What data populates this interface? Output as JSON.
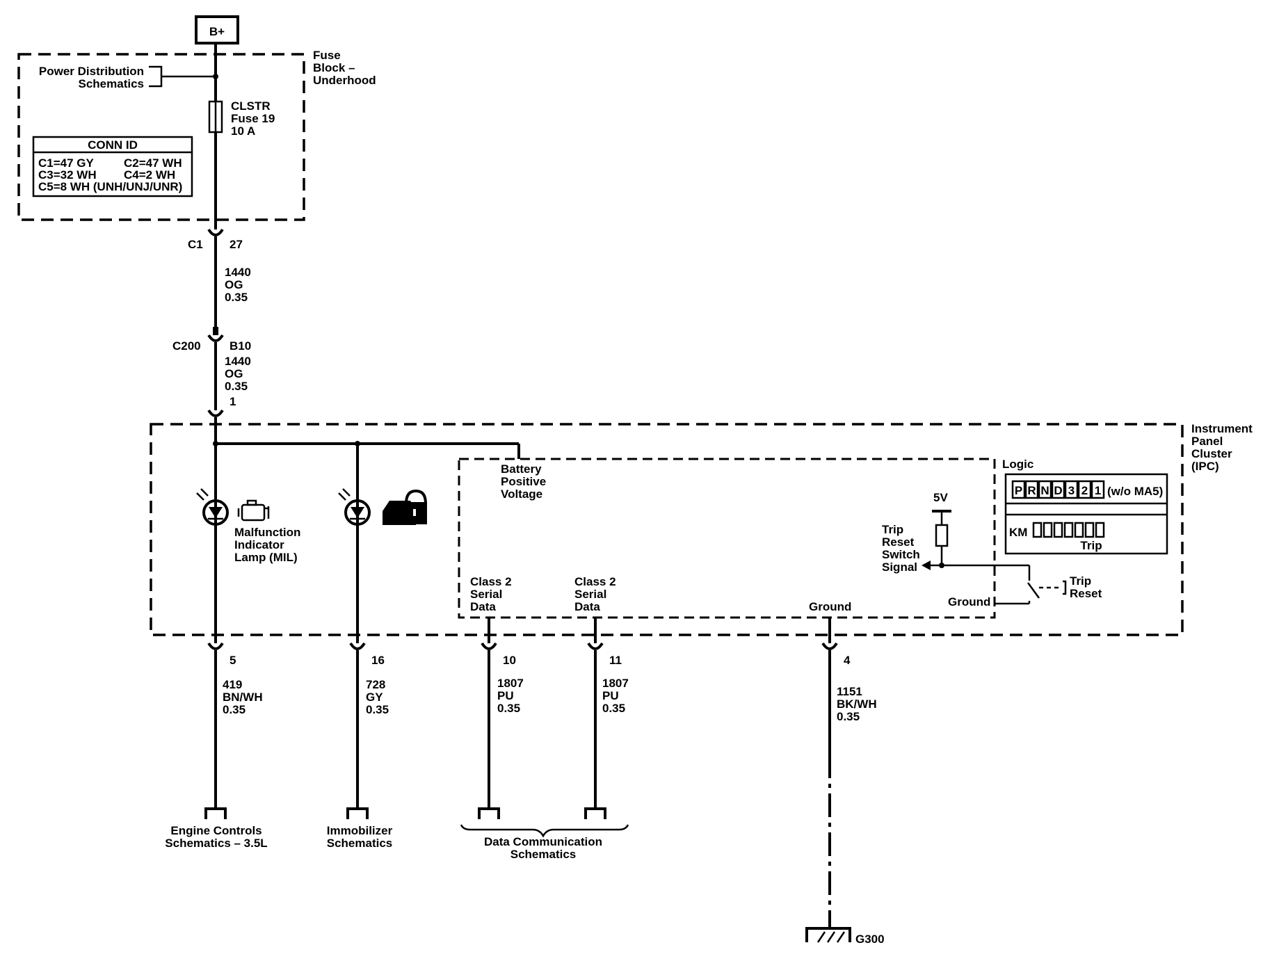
{
  "power": {
    "source": "B+",
    "fuse_block": [
      "Fuse",
      "Block –",
      "Underhood"
    ],
    "power_dist": [
      "Power Distribution",
      "Schematics"
    ],
    "fuse": [
      "CLSTR",
      "Fuse 19",
      "10 A"
    ],
    "conn_id": {
      "title": "CONN ID",
      "c1": "C1=47 GY",
      "c2": "C2=47 WH",
      "c3": "C3=32 WH",
      "c4": "C4=2 WH",
      "c5": "C5=8 WH (UNH/UNJ/UNR)"
    }
  },
  "connectors": {
    "c1": {
      "name": "C1",
      "pin": "27"
    },
    "c200": {
      "name": "C200",
      "pin": "B10"
    },
    "ipc_in": {
      "pin": "1"
    }
  },
  "wires": {
    "w1": [
      "1440",
      "OG",
      "0.35"
    ],
    "w2": [
      "1440",
      "OG",
      "0.35"
    ],
    "mil": [
      "419",
      "BN/WH",
      "0.35"
    ],
    "immo": [
      "728",
      "GY",
      "0.35"
    ],
    "data1": [
      "1807",
      "PU",
      "0.35"
    ],
    "data2": [
      "1807",
      "PU",
      "0.35"
    ],
    "gnd": [
      "1151",
      "BK/WH",
      "0.35"
    ]
  },
  "ipc": {
    "label": [
      "Instrument",
      "Panel",
      "Cluster",
      "(IPC)"
    ],
    "logic": "Logic",
    "battery": [
      "Battery",
      "Positive",
      "Voltage"
    ],
    "mil": [
      "Malfunction",
      "Indicator",
      "Lamp (MIL)"
    ],
    "serial1": [
      "Class 2",
      "Serial",
      "Data"
    ],
    "serial2": [
      "Class 2",
      "Serial",
      "Data"
    ],
    "ground_inner": "Ground",
    "ground_sw": "Ground",
    "five_v": "5V",
    "trip_signal": [
      "Trip",
      "Reset",
      "Switch",
      "Signal"
    ],
    "trip_reset": [
      "Trip",
      "Reset"
    ],
    "prnd": [
      "P",
      "R",
      "N",
      "D",
      "3",
      "2",
      "1"
    ],
    "prnd_note": "(w/o MA5)",
    "km": "KM",
    "trip": "Trip"
  },
  "pins": {
    "mil": "5",
    "immo": "16",
    "data1": "10",
    "data2": "11",
    "gnd": "4"
  },
  "refs": {
    "engine": [
      "Engine Controls",
      "Schematics – 3.5L"
    ],
    "immo": [
      "Immobilizer",
      "Schematics"
    ],
    "data": [
      "Data Communication",
      "Schematics"
    ],
    "ground": "G300"
  }
}
